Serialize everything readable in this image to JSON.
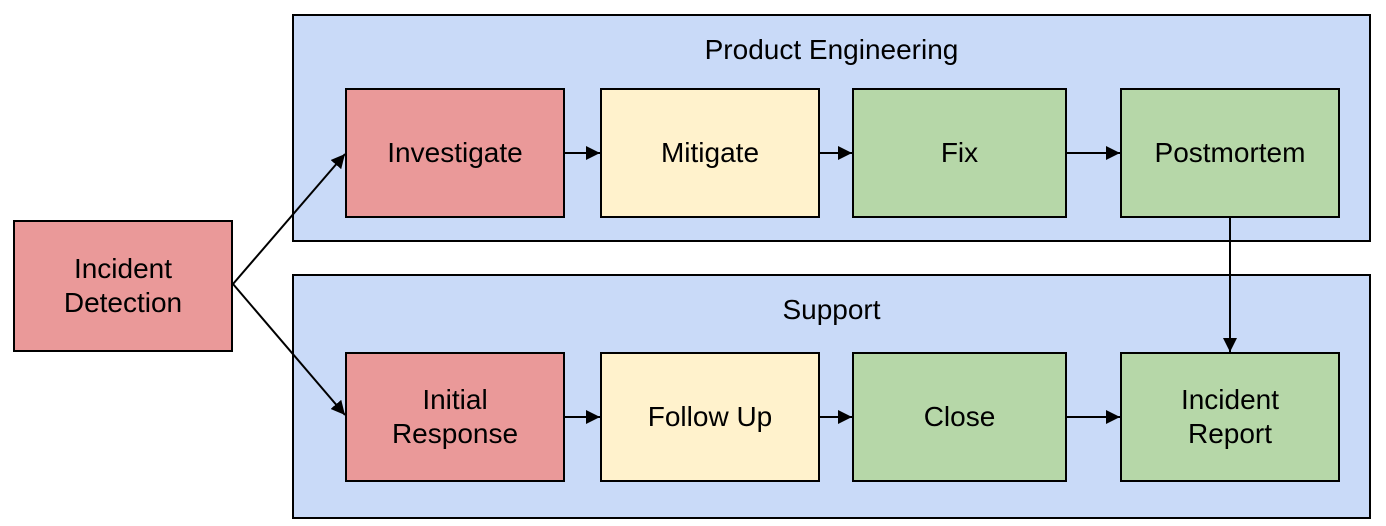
{
  "diagram": {
    "type": "flowchart",
    "groups": {
      "product_engineering": {
        "title": "Product Engineering",
        "fill": "#c9daf8",
        "border": "#000000"
      },
      "support": {
        "title": "Support",
        "fill": "#c9daf8",
        "border": "#000000"
      }
    },
    "nodes": {
      "incident_detection": {
        "label": "Incident Detection",
        "fill": "#ea9999",
        "group": null
      },
      "investigate": {
        "label": "Investigate",
        "fill": "#ea9999",
        "group": "product_engineering"
      },
      "mitigate": {
        "label": "Mitigate",
        "fill": "#fff2cc",
        "group": "product_engineering"
      },
      "fix": {
        "label": "Fix",
        "fill": "#b6d7a8",
        "group": "product_engineering"
      },
      "postmortem": {
        "label": "Postmortem",
        "fill": "#b6d7a8",
        "group": "product_engineering"
      },
      "initial_response": {
        "label": "Initial Response",
        "fill": "#ea9999",
        "group": "support"
      },
      "follow_up": {
        "label": "Follow Up",
        "fill": "#fff2cc",
        "group": "support"
      },
      "close": {
        "label": "Close",
        "fill": "#b6d7a8",
        "group": "support"
      },
      "incident_report": {
        "label": "Incident Report",
        "fill": "#b6d7a8",
        "group": "support"
      }
    },
    "edges": [
      {
        "from": "incident_detection",
        "to": "investigate"
      },
      {
        "from": "incident_detection",
        "to": "initial_response"
      },
      {
        "from": "investigate",
        "to": "mitigate"
      },
      {
        "from": "mitigate",
        "to": "fix"
      },
      {
        "from": "fix",
        "to": "postmortem"
      },
      {
        "from": "postmortem",
        "to": "incident_report"
      },
      {
        "from": "initial_response",
        "to": "follow_up"
      },
      {
        "from": "follow_up",
        "to": "close"
      },
      {
        "from": "close",
        "to": "incident_report"
      }
    ],
    "colors": {
      "background": "#ffffff",
      "group_fill": "#c9daf8",
      "node_red": "#ea9999",
      "node_yellow": "#fff2cc",
      "node_green": "#b6d7a8",
      "stroke": "#000000"
    }
  }
}
